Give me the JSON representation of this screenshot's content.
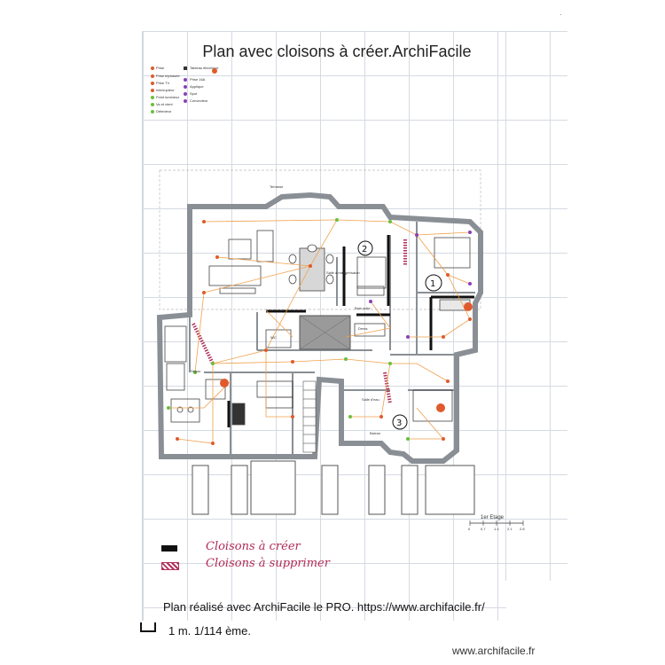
{
  "title": "Plan avec cloisons à créer.ArchiFacile",
  "top_mark": "·",
  "legend": {
    "create_label": "Cloisons à créer",
    "delete_label": "Cloisons à supprimer"
  },
  "footer": {
    "credit": "Plan réalisé avec ArchiFacile le PRO. https://www.archifacile.fr/",
    "scale": "1 m. 1/114 ème."
  },
  "plan": {
    "floor_label": "1er Etage",
    "terrace_label": "Terrasse",
    "room_labels": [
      "Salle à manger/salon",
      "Bain suite",
      "Dress",
      "Salle d'eau",
      "Balcon",
      "WC",
      "Séjour"
    ],
    "room_numbers": [
      "1",
      "2",
      "3"
    ],
    "scale_bar_ticks": [
      "0",
      "0.7",
      "1.4",
      "2.1",
      "2.8"
    ],
    "legend_small_items": [
      "Prise",
      "Prise triphasée",
      "Prise TV",
      "Interrupteur",
      "Point lumineux",
      "Va et vient",
      "Détecteur",
      "Tableau électrique",
      "Prise 16A",
      "Applique",
      "Spot",
      "Convecteur"
    ]
  },
  "colors": {
    "wall": "#8a8f95",
    "wiring": "#f0a04b",
    "create_wall": "#111111",
    "delete_wall": "#b0305a",
    "grid": "#d5dbe3"
  },
  "watermark": "www.archifacile.fr"
}
